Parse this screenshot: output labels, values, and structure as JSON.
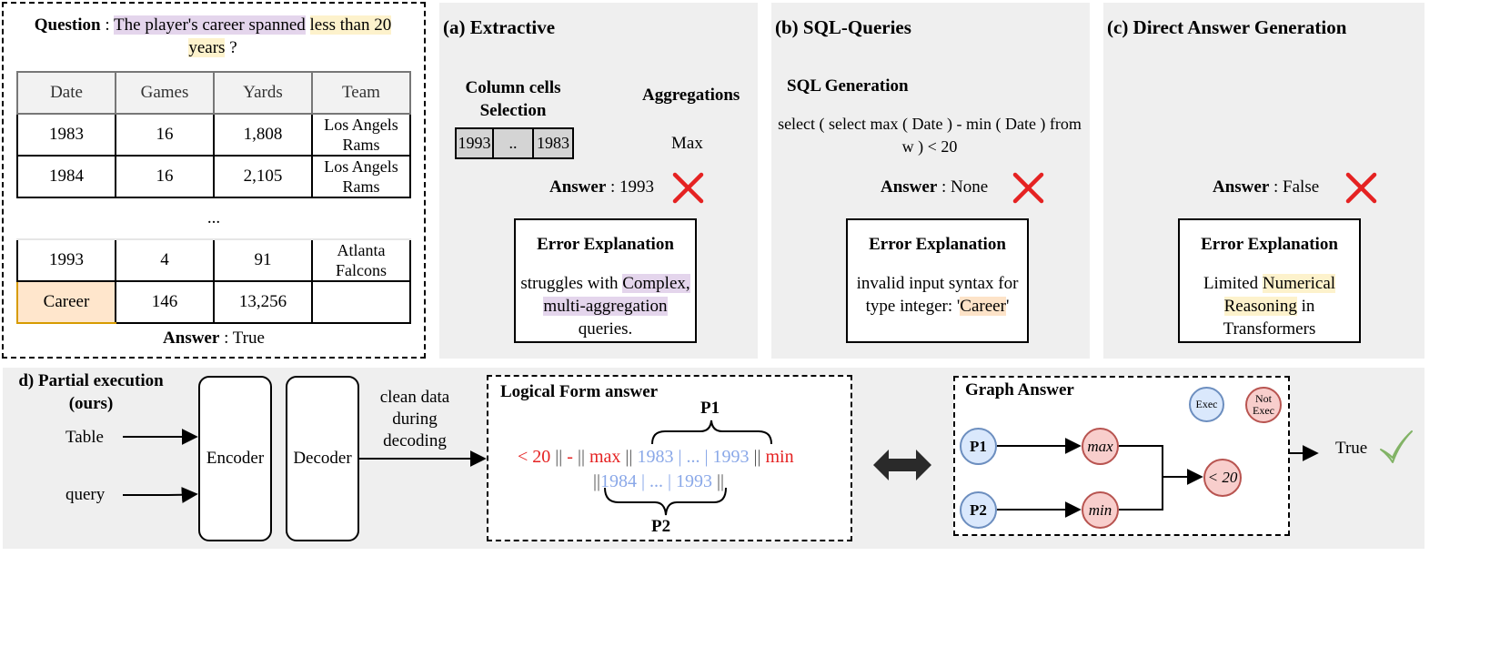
{
  "question": {
    "label": "Question",
    "sep": " : ",
    "part1": "The player's career spanned",
    "part2": "less than 20",
    "part3": "years",
    "tail": " ?"
  },
  "table": {
    "headers": [
      "Date",
      "Games",
      "Yards",
      "Team"
    ],
    "rows": [
      [
        "1983",
        "16",
        "1,808",
        "Los Angels Rams"
      ],
      [
        "1984",
        "16",
        "2,105",
        "Los Angels Rams"
      ],
      [
        "1993",
        "4",
        "91",
        "Atlanta Falcons"
      ],
      [
        "Career",
        "146",
        "13,256",
        ""
      ]
    ],
    "ellipsis": "...",
    "answer_label": "Answer",
    "answer_value": " : True"
  },
  "extractive": {
    "title": "(a) Extractive",
    "col_title_1": "Column cells",
    "col_title_2": "Selection",
    "agg_title": "Aggregations",
    "cells": [
      "1993",
      "..",
      "1983"
    ],
    "agg_value": "Max",
    "answer_label": "Answer",
    "answer_value": " : 1993",
    "err_title": "Error Explanation",
    "err_pre": "struggles with ",
    "err_hl": "Complex, multi-aggregation",
    "err_post": " queries."
  },
  "sql": {
    "title": "(b) SQL-Queries",
    "gen_title": "SQL Generation",
    "query": "select ( select max ( Date ) - min ( Date ) from w ) < 20",
    "answer_label": "Answer",
    "answer_value": " : None",
    "err_title": "Error Explanation",
    "err_pre": "invalid input syntax for type integer: '",
    "err_hl": "Career",
    "err_post": "'"
  },
  "direct": {
    "title": "(c) Direct Answer Generation",
    "answer_label": "Answer",
    "answer_value": " : False",
    "err_title": "Error Explanation",
    "err_pre": "Limited ",
    "err_hl": "Numerical Reasoning",
    "err_post": " in Transformers"
  },
  "partial": {
    "title_1": "d) Partial execution",
    "title_2": "(ours)",
    "input_table": "Table",
    "input_query": "query",
    "encoder": "Encoder",
    "decoder": "Decoder",
    "clean_1": "clean data",
    "clean_2": "during",
    "clean_3": "decoding"
  },
  "logical": {
    "title": "Logical Form answer",
    "p1": "P1",
    "p2": "P2",
    "lt20": "< 20",
    "sep": "||",
    "minus": "-",
    "max": "max",
    "min": "min",
    "v1983": "1983",
    "v1984": "1984",
    "v1993": "1993",
    "dots": "...",
    "bar": "|"
  },
  "graph": {
    "title": "Graph Answer",
    "legend_exec": "Exec",
    "legend_not_1": "Not",
    "legend_not_2": "Exec",
    "p1": "P1",
    "p2": "P2",
    "max": "max",
    "min": "min",
    "lt20": "< 20",
    "result": "True"
  },
  "colors": {
    "panel": "#efefef",
    "purple_highlight": "#e4d5ec",
    "yellow_highlight": "#fdf2cc",
    "orange_highlight": "#fde3c8",
    "red": "#e52222",
    "blue_text": "#8aa8e8",
    "exec_fill": "#dae8fc",
    "not_exec_fill": "#f8cecc",
    "check_green": "#82b366"
  }
}
